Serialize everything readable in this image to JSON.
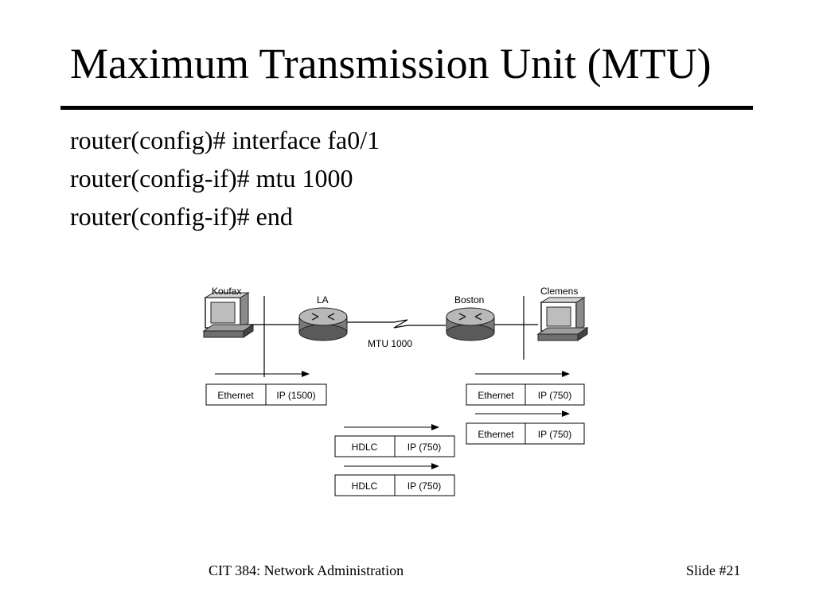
{
  "slide": {
    "title": "Maximum Transmission Unit (MTU)",
    "commands": [
      "router(config)# interface fa0/1",
      "router(config-if)# mtu 1000",
      "router(config-if)# end"
    ]
  },
  "diagram": {
    "hosts": {
      "left": "Koufax",
      "right": "Clemens"
    },
    "routers": {
      "left": "LA",
      "right": "Boston"
    },
    "link_label": "MTU 1000",
    "frames": {
      "left": [
        {
          "header": "Ethernet",
          "payload": "IP (1500)"
        }
      ],
      "middle": [
        {
          "header": "HDLC",
          "payload": "IP (750)"
        },
        {
          "header": "HDLC",
          "payload": "IP (750)"
        }
      ],
      "right": [
        {
          "header": "Ethernet",
          "payload": "IP (750)"
        },
        {
          "header": "Ethernet",
          "payload": "IP (750)"
        }
      ]
    }
  },
  "footer": {
    "course": "CIT 384: Network Administration",
    "slide_number": "Slide #21"
  }
}
